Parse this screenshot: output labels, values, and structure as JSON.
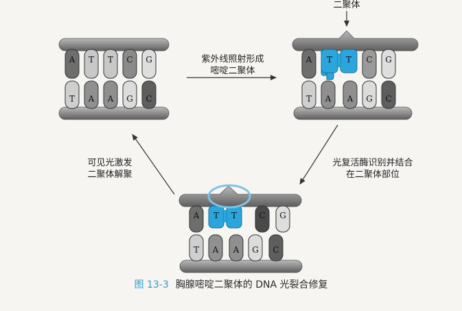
{
  "diagram": {
    "top_label": "二聚体",
    "arrow_uv_label_line1": "紫外线照射形成",
    "arrow_uv_label_line2": "嘧啶二聚体",
    "arrow_enzyme_label_line1": "光复活酶识别并结合",
    "arrow_enzyme_label_line2": "在二聚体部位",
    "arrow_light_label_line1": "可见光激发",
    "arrow_light_label_line2": "二聚体解聚",
    "top_strand_bases": [
      "A",
      "T",
      "T",
      "C",
      "G"
    ],
    "bottom_strand_bases": [
      "T",
      "A",
      "A",
      "G",
      "C"
    ]
  },
  "caption": {
    "figure_number": "图 13-3",
    "text": "胸腺嘧啶二聚体的 DNA 光裂合修复"
  },
  "colors": {
    "thymine_dimer": "#2aa6dd",
    "backbone": "#8a8a8a",
    "enzyme_ring": "#7ec3e6",
    "caption_accent": "#2f9bd0"
  }
}
